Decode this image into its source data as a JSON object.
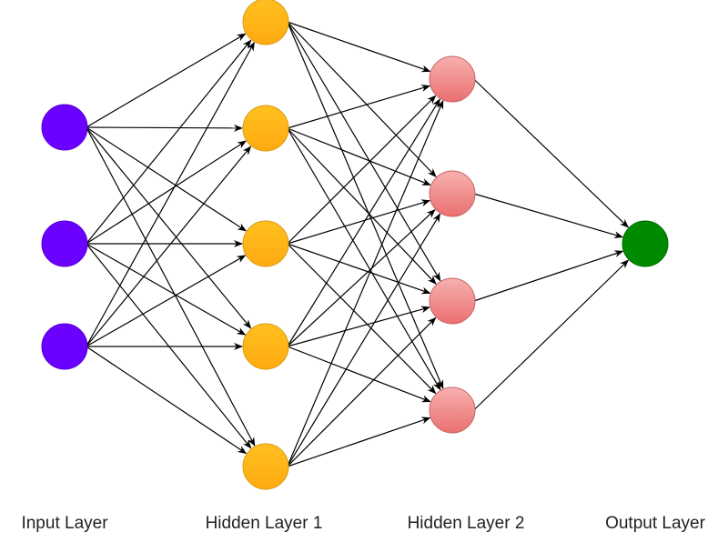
{
  "title": "Neural network architecture",
  "layers": [
    {
      "name": "Input Layer",
      "nodes": 3,
      "color": "#6a00ff",
      "stroke": "#5a00d6"
    },
    {
      "name": "Hidden Layer 1",
      "nodes": 5,
      "color": "#ffb81c",
      "stroke": "#d89b12"
    },
    {
      "name": "Hidden Layer 2",
      "nodes": 4,
      "color": "#f08c8c",
      "stroke": "#c86464"
    },
    {
      "name": "Output Layer",
      "nodes": 1,
      "color": "#008a00",
      "stroke": "#006b00"
    }
  ],
  "connections": "fully-connected between consecutive layers, directed arrows",
  "edge_color": "#000000"
}
